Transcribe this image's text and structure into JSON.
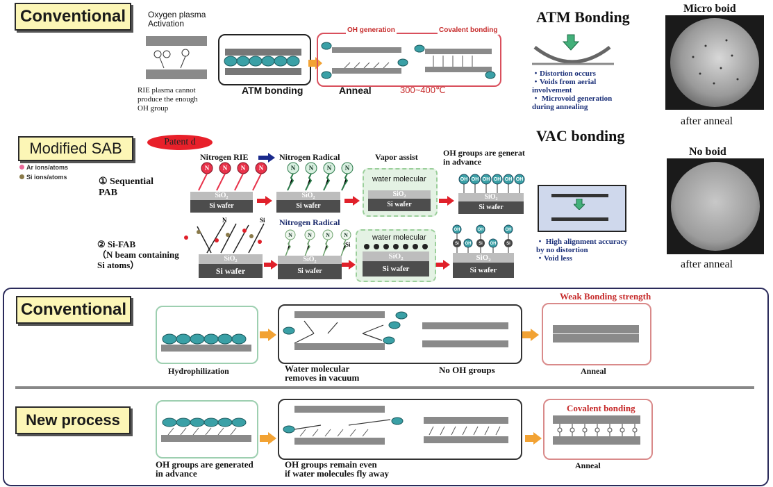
{
  "top": {
    "conventional_tag": "Conventional",
    "oxygen_plasma": [
      "Oxygen plasma",
      "Activation"
    ],
    "rie_note": [
      "RIE plasma cannot",
      "produce the enough",
      "OH group"
    ],
    "atm_bonding_label": "ATM bonding",
    "oh_generation": "OH generation",
    "covalent_bonding": "Covalent bonding",
    "anneal": "Anneal",
    "temp": "300~400℃"
  },
  "atm": {
    "title": "ATM Bonding",
    "bullets": [
      "・Distortion occurs",
      "・Voids from aerial",
      "   involvement",
      "・ Microvoid generation",
      "   during annealing"
    ]
  },
  "vac": {
    "title": "VAC bonding",
    "bullets": [
      "・ High alignment accuracy",
      "   by no distortion",
      "・Void less"
    ]
  },
  "photos": {
    "top_title": "Micro boid",
    "top_caption": "after anneal",
    "bottom_title": "No boid",
    "bottom_caption": "after anneal"
  },
  "modified": {
    "tag": "Modified SAB",
    "patent": "Patent d",
    "legend": [
      "Ar ions/atoms",
      "Si ions/atoms"
    ],
    "row1_label": [
      "① Sequential",
      "    PAB"
    ],
    "row2_label": [
      "② Si-FAB",
      "（N beam containing",
      "  Si atoms）"
    ],
    "nitrogen_rie": "Nitrogen RIE",
    "nitrogen_radical": "Nitrogen Radical",
    "nitrogen_radical_2": "Nitrogen Radical",
    "vapor_assist": "Vapor assist",
    "oh_advance": [
      "OH groups are generat",
      "in advance"
    ],
    "water_molecular": "water molecular",
    "water_molecular_2": "water molecular",
    "sio2": "SiO₂",
    "si_wafer": "Si wafer",
    "n": "N",
    "si": "Si",
    "oh": "OH"
  },
  "bottom": {
    "conventional_tag": "Conventional",
    "new_tag": "New process",
    "hydrophilization": "Hydrophilization",
    "water_removes": [
      "Water molecular",
      "removes in vacuum"
    ],
    "no_oh": "No OH groups",
    "anneal": "Anneal",
    "weak": "Weak  Bonding strength",
    "oh_advance": [
      "OH groups are generated",
      "in advance"
    ],
    "oh_remain": [
      "OH groups remain even",
      "if water molecules fly away"
    ],
    "covalent": "Covalent bonding",
    "anneal2": "Anneal"
  }
}
